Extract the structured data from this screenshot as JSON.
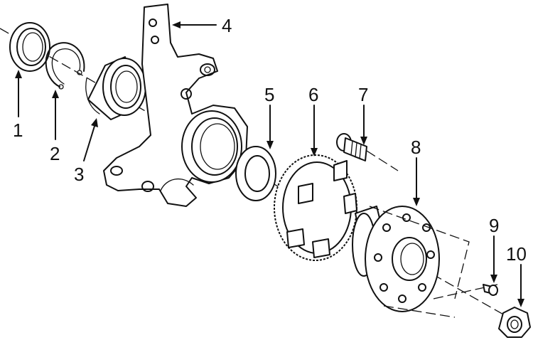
{
  "callouts": [
    {
      "id": "seal",
      "text": "1"
    },
    {
      "id": "snap-ring",
      "text": "2"
    },
    {
      "id": "wheel-bearing",
      "text": "3"
    },
    {
      "id": "steering-knuckle",
      "text": "4"
    },
    {
      "id": "washer",
      "text": "5"
    },
    {
      "id": "abs-tone-ring",
      "text": "6"
    },
    {
      "id": "hub-bolt",
      "text": "7"
    },
    {
      "id": "wheel-hub",
      "text": "8"
    },
    {
      "id": "small-screw",
      "text": "9"
    },
    {
      "id": "hub-nut",
      "text": "10"
    }
  ]
}
